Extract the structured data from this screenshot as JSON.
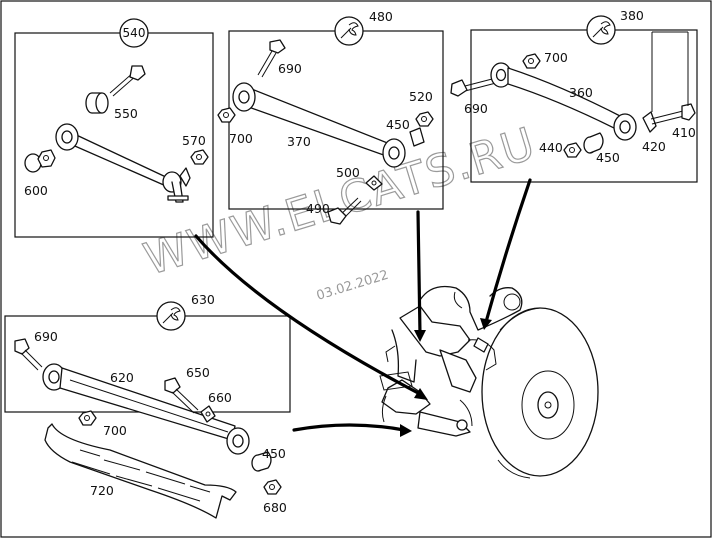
{
  "groups": {
    "g540": {
      "number": "540"
    },
    "g480": {
      "number": "480"
    },
    "g380": {
      "number": "380"
    },
    "g630": {
      "number": "630"
    }
  },
  "labels": {
    "p550": "550",
    "p570": "570",
    "p600": "600",
    "p690a": "690",
    "p700a": "700",
    "p370": "370",
    "p520": "520",
    "p450a": "450",
    "p500": "500",
    "p490": "490",
    "p700b": "700",
    "p690b": "690",
    "p360": "360",
    "p410": "410",
    "p420": "420",
    "p440": "440",
    "p450b": "450",
    "p690c": "690",
    "p620": "620",
    "p650": "650",
    "p660": "660",
    "p700c": "700",
    "p450c": "450",
    "p720": "720",
    "p680": "680"
  },
  "watermark": {
    "site": "WWW.ELCATS.RU",
    "date": "03.02.2022"
  },
  "icons": {
    "wrench": "wrench-icon"
  }
}
